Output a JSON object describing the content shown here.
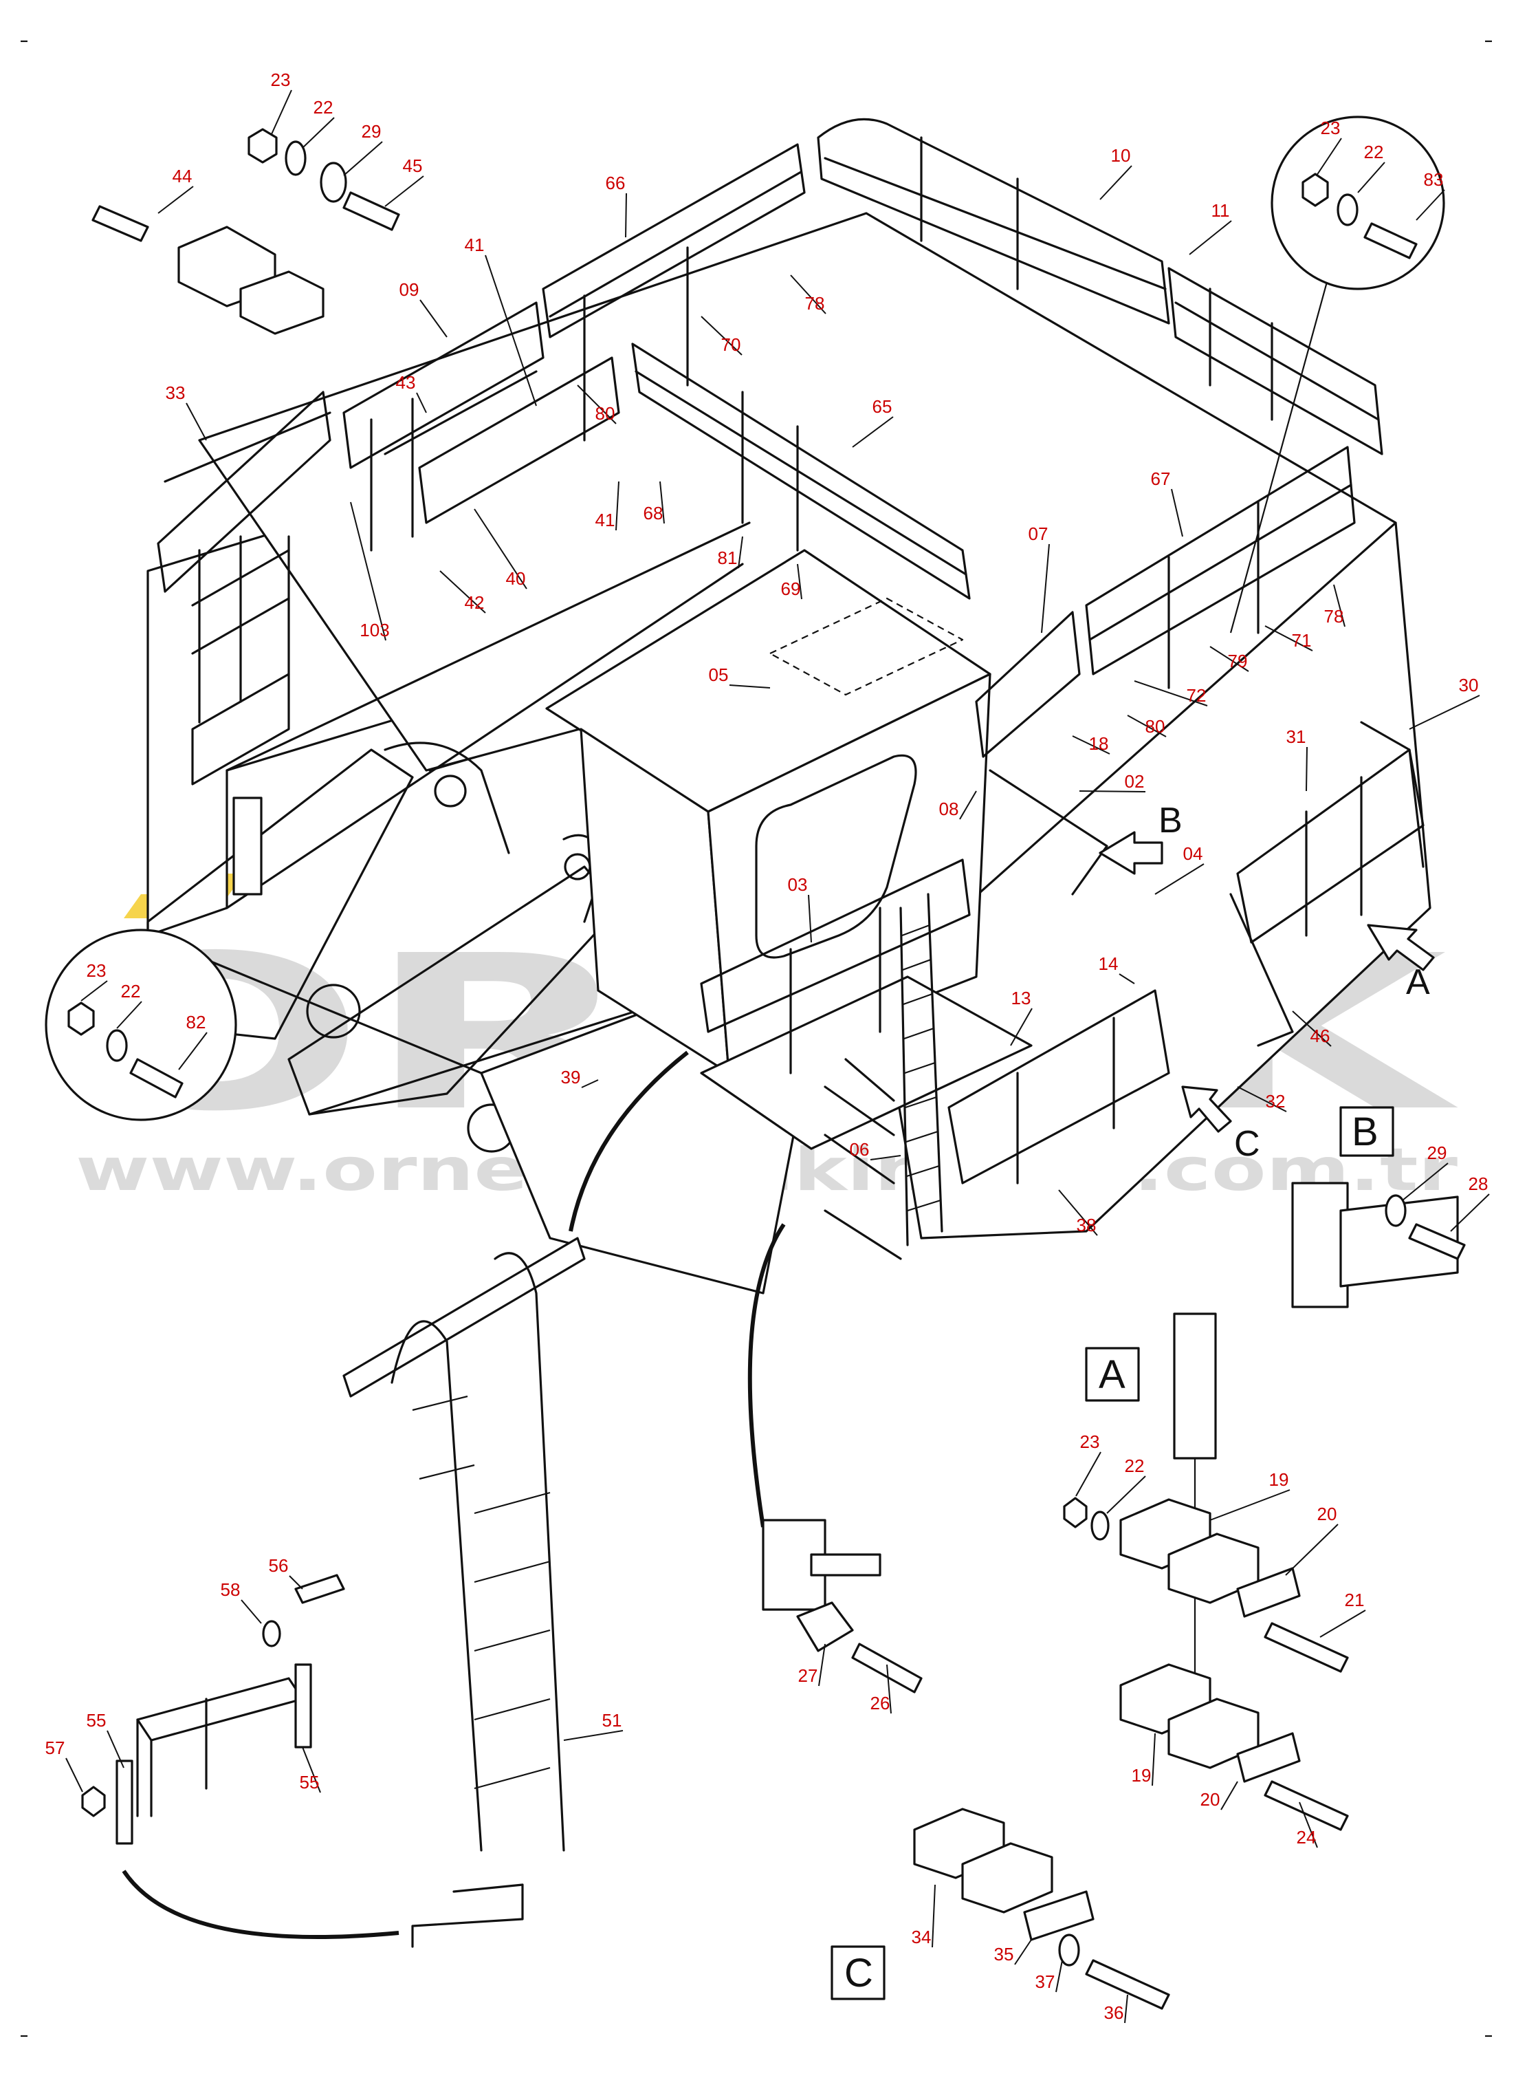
{
  "watermark": {
    "brand": "ORNEK",
    "url": "www.orneki­smakinalari.com.tr"
  },
  "view_labels": {
    "A": "A",
    "B": "B",
    "C": "C"
  },
  "arrow_labels": {
    "A": "A",
    "B": "B",
    "C": "C"
  },
  "callouts": {
    "c01": "23",
    "c02": "22",
    "c03": "29",
    "c04": "45",
    "c05": "44",
    "c06": "66",
    "c07": "10",
    "c08": "11",
    "c09": "23",
    "c10": "22",
    "c11": "83",
    "c12": "41",
    "c13": "09",
    "c14": "78",
    "c15": "70",
    "c16": "43",
    "c17": "80",
    "c18": "33",
    "c19": "65",
    "c20": "67",
    "c21": "41",
    "c22": "40",
    "c23": "68",
    "c24": "81",
    "c25": "69",
    "c26": "42",
    "c27": "103",
    "c28": "07",
    "c29": "78",
    "c30": "71",
    "c31": "79",
    "c32": "72",
    "c33": "80",
    "c34": "30",
    "c35": "05",
    "c36": "18",
    "c37": "31",
    "c38": "02",
    "c39": "08",
    "c40": "04",
    "c41": "03",
    "c42": "14",
    "c43": "13",
    "c44": "23",
    "c45": "22",
    "c46": "82",
    "c47": "46",
    "c48": "32",
    "c49": "39",
    "c50": "06",
    "c51": "29",
    "c52": "28",
    "c53": "38",
    "c54": "23",
    "c55": "22",
    "c56": "19",
    "c57": "20",
    "c58": "21",
    "c59": "56",
    "c60": "58",
    "c61": "27",
    "c62": "26",
    "c63": "51",
    "c64": "55",
    "c65": "57",
    "c66": "55",
    "c67": "19",
    "c68": "20",
    "c69": "24",
    "c70": "34",
    "c71": "35",
    "c72": "37",
    "c73": "36"
  }
}
